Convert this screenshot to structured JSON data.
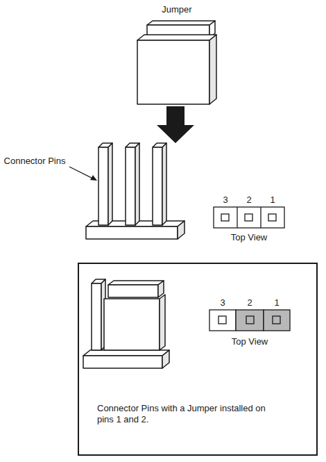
{
  "diagram": {
    "nodes": [
      {
        "text": [
          "Connector Pins with a Jumper installed on pins 1 and 2."
        ]
      }
    ],
    "labels": [
      "Jumper",
      "Connector Pins",
      "3",
      "2",
      "1",
      "Top View",
      "3",
      "2",
      "1",
      "Top View"
    ]
  }
}
